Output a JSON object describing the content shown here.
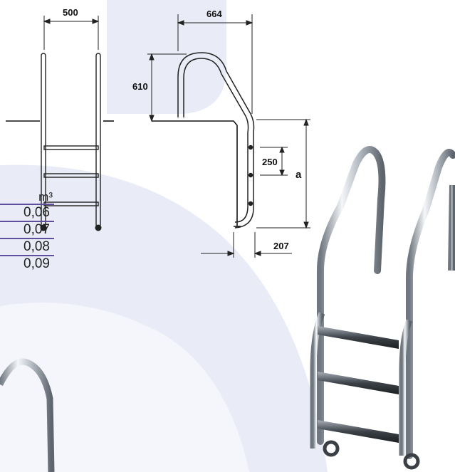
{
  "dimensions": {
    "top_width": "500",
    "top_right_width": "664",
    "handrail_height": "610",
    "step_spacing": "250",
    "depth_symbol": "a",
    "offset": "207"
  },
  "table": {
    "header_unit": "m³",
    "rows": [
      "0,06",
      "0,07",
      "0,08",
      "0,09"
    ]
  },
  "colors": {
    "background_blob": "#e9ecf6",
    "separator": "#5d4f9e",
    "steel": "#9aa3ad"
  }
}
